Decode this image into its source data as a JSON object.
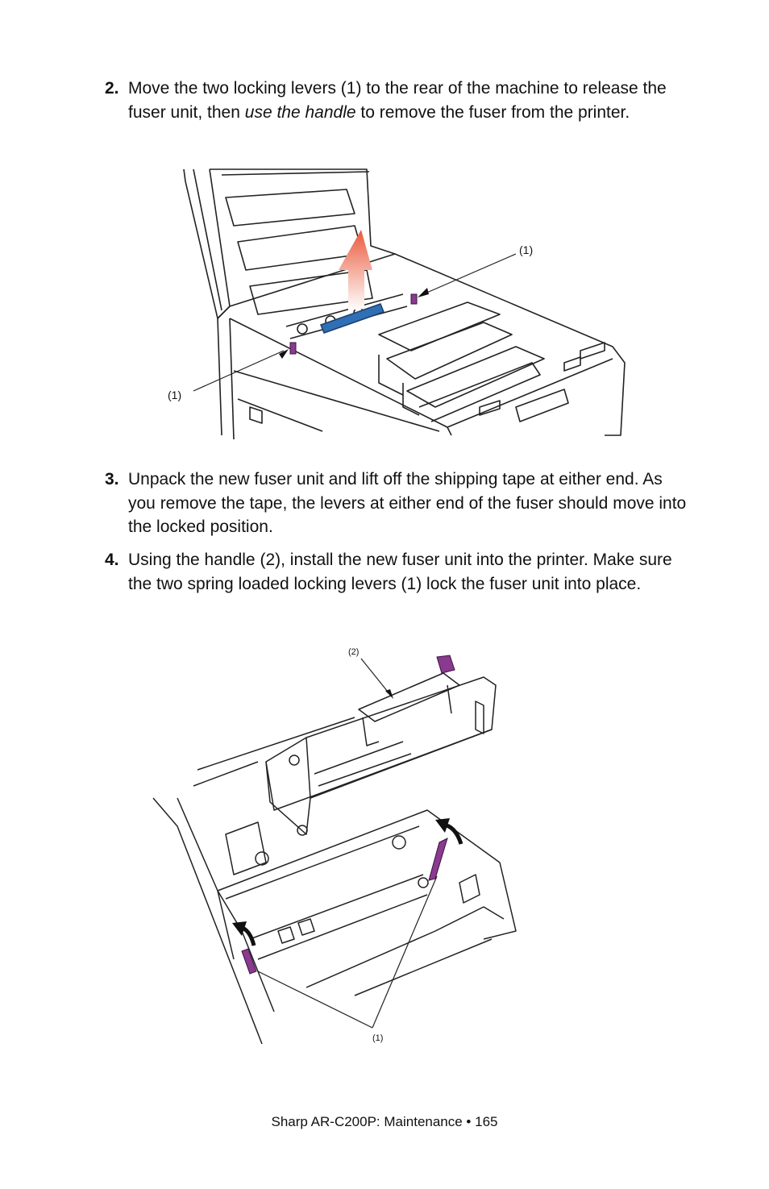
{
  "steps": [
    {
      "number": "2.",
      "text_before": "Move the two locking levers (1) to the rear of the machine to release the fuser unit, then ",
      "text_italic": "use the handle",
      "text_after": " to remove the fuser from the printer."
    },
    {
      "number": "3.",
      "text": "Unpack the new fuser unit and lift off the shipping tape at either end. As you remove the tape, the levers at either end of the fuser should move into the locked position."
    },
    {
      "number": "4.",
      "text": "Using the handle (2), install the new fuser unit into the printer. Make sure the two spring loaded locking levers (1) lock the fuser unit into place."
    }
  ],
  "figure1": {
    "callout_top": "(1)",
    "callout_left": "(1)"
  },
  "figure2": {
    "callout_handle": "(2)",
    "callout_levers": "(1)"
  },
  "colors": {
    "lever_purple": "#8a3a8f",
    "fuser_blue": "#2f6fb5",
    "arrow_red": "#ea5a3c"
  },
  "footer": {
    "text": "Sharp AR-C200P: Maintenance  •  165"
  }
}
